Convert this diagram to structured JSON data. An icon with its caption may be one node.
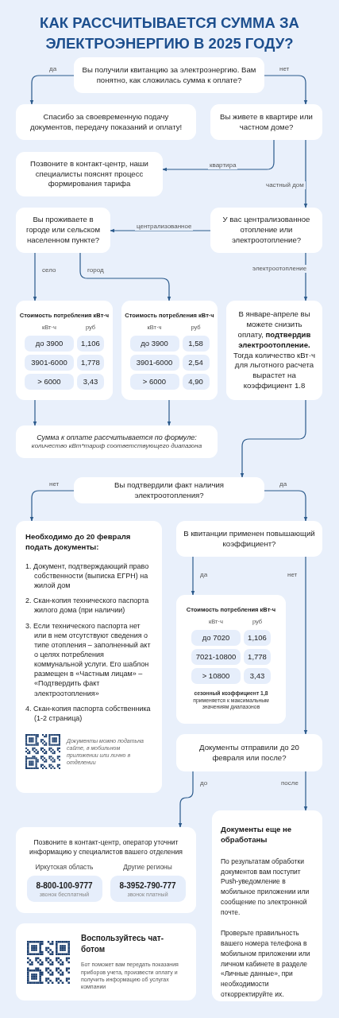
{
  "diagram": {
    "title": "КАК РАССЧИТЫВАЕТСЯ СУММА ЗА ЭЛЕКТРОЭНЕРГИЮ В 2025 ГОДУ?",
    "nodes": [
      {
        "text": [
          "Вы получили квитанцию за электроэнергию. Вам понятно, как сложилась сумма к оплате?"
        ]
      },
      {
        "text": [
          "Спасибо за своевременную подачу документов, передачу показаний и оплату!"
        ]
      },
      {
        "text": [
          "Вы живете в квартире или частном доме?"
        ]
      },
      {
        "text": [
          "Позвоните в контакт-центр, наши специалисты пояснят процесс формирования тарифа"
        ]
      },
      {
        "text": [
          "Вы проживаете в городе или сельском населенном пункте?"
        ]
      },
      {
        "text": [
          "У вас централизованное отопление или электроотопление?"
        ]
      },
      {
        "text": [
          "Стоимость потребления кВт·ч",
          "кВт·ч",
          "руб",
          "до 3900",
          "1,106",
          "3901-6000",
          "1,778",
          "> 6000",
          "3,43"
        ]
      },
      {
        "text": [
          "Стоимость потребления кВт·ч",
          "кВт·ч",
          "руб",
          "до 3900",
          "1,58",
          "3901-6000",
          "2,54",
          "> 6000",
          "4,90"
        ]
      },
      {
        "text": [
          "В январе-апреле вы можете снизить оплату, **подтвердив электроотопление.** Тогда количество кВт·ч для льготного расчета вырастет на коэффициент 1.8"
        ]
      },
      {
        "text": [
          "Сумма к оплате рассчитывается по формуле:",
          "количество кВт*тариф соответствующего диапазона"
        ]
      },
      {
        "text": [
          "Вы подтвердили факт наличия электроотопления?"
        ]
      },
      {
        "text": [
          "Необходимо до 20 февраля подать документы:",
          "1. Документ, подтверждающий право собственности (выписка ЕГРН) на жилой дом",
          "2. Скан-копия технического паспорта жилого дома (при наличии)",
          "3. Если технического паспорта нет или в нем отсутствуют сведения о типе отопления – заполненный акт о целях потребления коммунальной услуги. Его шаблон размещен в «Частным лицам» – «Подтвердить факт электроотопления»",
          "4. Скан-копия паспорта собственника (1-2 страница)",
          "Документы можно податьна сайте, в мобильном приложении или лично в отделении"
        ]
      },
      {
        "text": [
          "В квитанции применен повышающий коэффициент?"
        ]
      },
      {
        "text": [
          "Стоимость потребления кВт·ч",
          "кВт·ч",
          "руб",
          "до 7020",
          "1,106",
          "7021-10800",
          "1,778",
          "> 10800",
          "3,43",
          "**сезонный коэффициент 1,8** применяется к максимальным значениям диапазонов"
        ]
      },
      {
        "text": [
          "Документы отправили до 20 февраля или после?"
        ]
      },
      {
        "text": [
          "Позвоните в контакт-центр, оператор уточнит информацию у специалистов вашего отделения",
          "Иркутская область",
          "8-800-100-9777",
          "звонок бесплатный",
          "Другие регионы",
          "8-3952-790-777",
          "звонок платный"
        ]
      },
      {
        "text": [
          "Документы еще не обработаны",
          "По результатам обработки документов вам поступит Push-уведомление в мобильное приложении или сообщение по электронной почте.",
          "Проверьте правильность вашего номера телефона в мобильном приложении или личном кабинете в разделе «Личные данные», при необходимости откорректируйте их."
        ]
      },
      {
        "text": [
          "Воспользуйтесь чат-ботом",
          "Бот поможет вам передать показания приборов учета, произвести оплату и получить информацию об услугах компании"
        ]
      }
    ],
    "edges": [
      {
        "from": 0,
        "to": 1,
        "arrow": "to",
        "label": "да"
      },
      {
        "from": 0,
        "to": 2,
        "arrow": "to",
        "label": "нет"
      },
      {
        "from": 2,
        "to": 3,
        "arrow": "to",
        "label": "квартира"
      },
      {
        "from": 2,
        "to": 5,
        "arrow": "to",
        "label": "частный дом"
      },
      {
        "from": 5,
        "to": 4,
        "arrow": "to",
        "label": "централизованное"
      },
      {
        "from": 5,
        "to": 8,
        "arrow": "to",
        "label": "электроотопление"
      },
      {
        "from": 4,
        "to": 6,
        "arrow": "to",
        "label": "село"
      },
      {
        "from": 4,
        "to": 7,
        "arrow": "to",
        "label": "город"
      },
      {
        "from": 6,
        "to": 9,
        "arrow": "to"
      },
      {
        "from": 7,
        "to": 9,
        "arrow": "to"
      },
      {
        "from": 8,
        "to": 10,
        "arrow": "to"
      },
      {
        "from": 10,
        "to": 11,
        "arrow": "to",
        "label": "нет"
      },
      {
        "from": 10,
        "to": 12,
        "arrow": "to",
        "label": "да"
      },
      {
        "from": 12,
        "to": 13,
        "arrow": "to",
        "label": "да"
      },
      {
        "from": 12,
        "to": 14,
        "arrow": "to",
        "label": "нет"
      },
      {
        "from": 14,
        "to": 15,
        "arrow": "to",
        "label": "до"
      },
      {
        "from": 14,
        "to": 16,
        "arrow": "to",
        "label": "после"
      }
    ]
  }
}
